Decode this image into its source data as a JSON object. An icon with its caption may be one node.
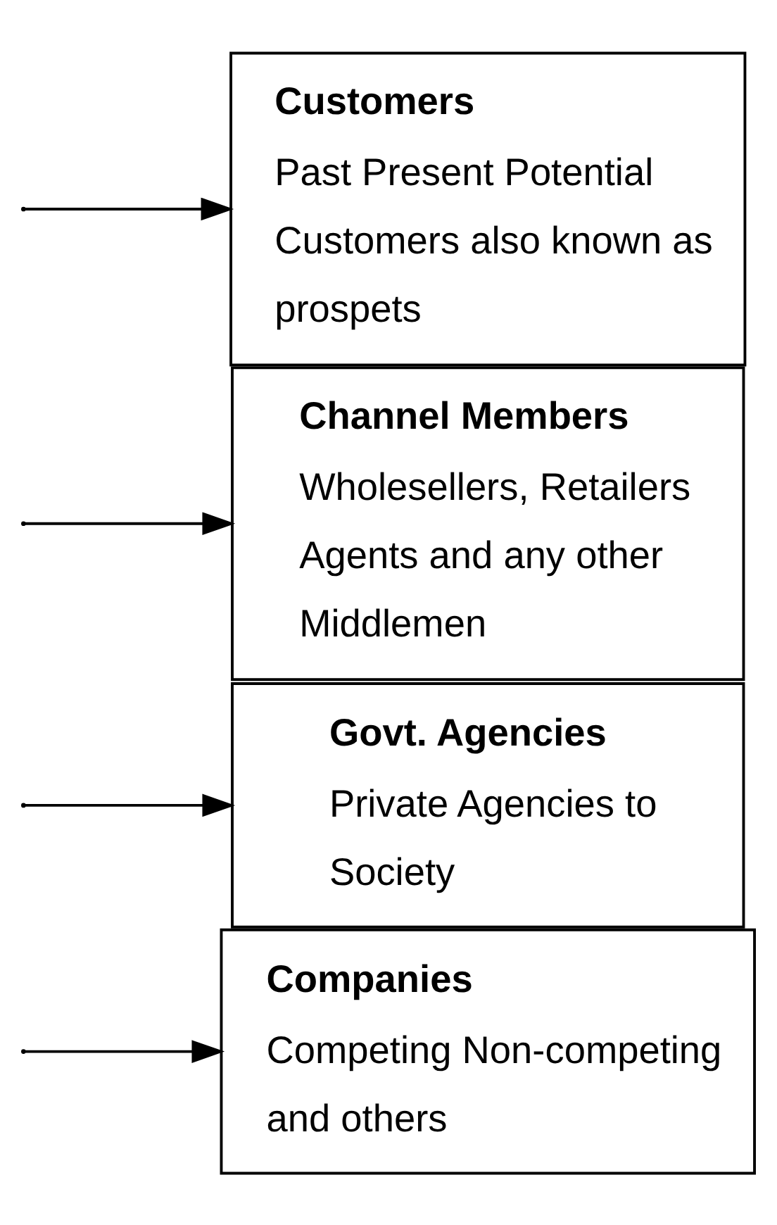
{
  "diagram": {
    "nodes": [
      {
        "text": [
          "Customers",
          "Past Present Potential Customers also known as prospets"
        ]
      },
      {
        "text": [
          "Channel Members",
          "Wholesellers, Retailers Agents and any other Middlemen"
        ]
      },
      {
        "text": [
          "Govt. Agencies",
          "Private Agencies to Society"
        ]
      },
      {
        "text": [
          "Companies",
          "Competing Non-competing and others"
        ]
      }
    ],
    "edges": [
      {
        "from": null,
        "to": 0,
        "arrow": "to"
      },
      {
        "from": null,
        "to": 1,
        "arrow": "to"
      },
      {
        "from": null,
        "to": 2,
        "arrow": "to"
      },
      {
        "from": null,
        "to": 3,
        "arrow": "to"
      }
    ]
  }
}
